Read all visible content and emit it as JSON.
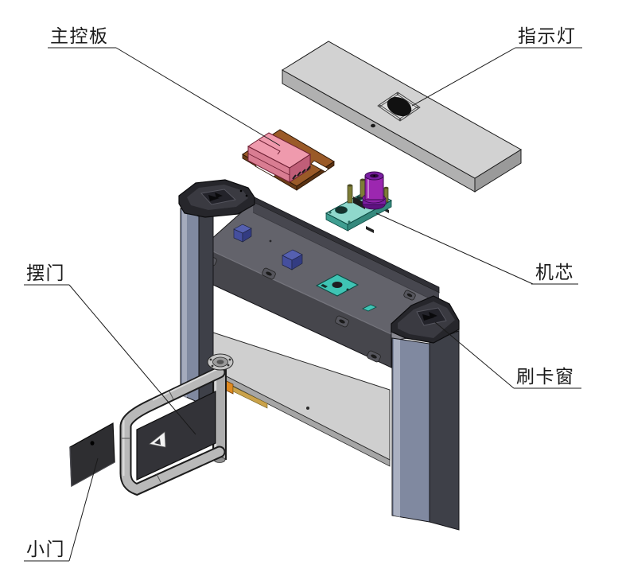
{
  "diagram": {
    "labels": {
      "main_control_board": "主控板",
      "indicator_light": "指示灯",
      "mechanism": "机芯",
      "card_reader_window": "刷卡窗",
      "swing_gate": "摆门",
      "small_door": "小门"
    }
  },
  "colors": {
    "bg": "#ffffff",
    "ink": "#1a1a1a",
    "cover_top": "#d2d2d2",
    "cover_front": "#b0b0b0",
    "cover_end": "#9a9a9a",
    "pcb_brown": "#9a5a28",
    "board_pink": "#ef9aad",
    "mech_teal": "#8fd8cc",
    "motor_purple": "#9c27b0",
    "beam_wall": "#46464c",
    "beam_interior": "#63636b",
    "bracket_blue": "#5560b0",
    "pillar_front": "#8089a0",
    "pillar_side": "#3e4048",
    "cap_dark": "#26262b",
    "shelf_gray": "#cfcfcf",
    "tube_gray": "#b9b9b9",
    "gate_panel": "#333338",
    "door_dark": "#2e2e31",
    "accent_orange": "#e08a20"
  }
}
